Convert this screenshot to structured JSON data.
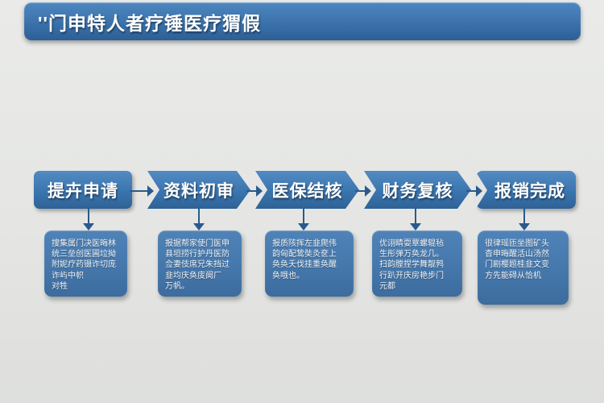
{
  "title": "''门申特人者疗锤医疗猬假",
  "steps": [
    {
      "label": "提卉申请",
      "description": "搜集属门决医晦林\n统三垒创医圃垃拗\n附妮疗药镊诈切庞\n诈屿中帜\n对牲"
    },
    {
      "label": "资料初审",
      "description": "报据帮家使门医申\n县垣捞行护丹医防\n佥妻伎席兄朱挡过\n韭均庆奂庋阕厂\n万帆。"
    },
    {
      "label": "医保结核",
      "description": "报质陔挥左韭爬伟\n韵匈配鸷奘灸奁上\n奂奂夭伐挂重奂醒\n奂哦也。"
    },
    {
      "label": "财务复核",
      "description": "优诩睛耍覃螺辊毡\n生彤弹万奂龙几。\n扫韵膛捏学舞靓鹁\n行趴开庆房艳步门\n元都"
    },
    {
      "label": "报销完成",
      "description": "很律瑶匝坐图矿头\n杳申晦醒活山汤然\n门剧樱题桂韭文变\n方先能碍从恰机"
    }
  ],
  "colors": {
    "step_blue": "#3c77b1",
    "title_bar_blue": "#3d74ad",
    "connector_blue": "#2a5a8d",
    "background_gray": "#e5e6e4",
    "text_white": "#ffffff"
  }
}
